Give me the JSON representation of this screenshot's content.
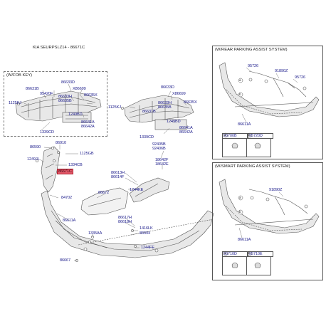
{
  "header": "KIA SEURPSLZ14 - 86671C",
  "fob_box": {
    "title": "(W/FOB KEY)"
  },
  "rear_box": {
    "title": "(W/REAR PARKING ASSIST SYSTEM)"
  },
  "smart_box": {
    "title": "(W/SMART PARKING ASSIST SYSTEM)"
  },
  "highlight": "86671C",
  "fob_labels": {
    "a86633d": "86633D",
    "a86631b": "86631B",
    "a95420f": "95420F",
    "ax86699": "X86699",
    "a86633h": "86633H",
    "a86635b": "86635B",
    "a86635x": "86635X",
    "a1125kj": "1125KJ",
    "a1249bd": "1249BD",
    "a86641a": "86641A",
    "a86642a": "86642A",
    "a1339cd": "1339CD"
  },
  "main_labels": {
    "b86633d": "86633D",
    "bx86699": "X86699",
    "b1125kj": "1125KJ",
    "b86631b": "86631B",
    "b86633h": "86633H",
    "b86635b": "86635B",
    "b86635x": "86635X",
    "b1249bd": "1249BD",
    "b86641a": "86641A",
    "b86642a": "86642A",
    "b1339cd": "1339CD",
    "b92405b": "92405B",
    "b92406b": "92406B",
    "b18642f": "18642F",
    "b18642e": "18642E",
    "b86590": "86590",
    "b86910": "86910",
    "b1125gb": "1125GB",
    "b1249jl": "1249JL",
    "b1334cb": "1334CB",
    "b84702": "84702",
    "b86613h": "86613H",
    "b86614f": "86614F",
    "b86672": "86672",
    "b1244ke": "1244KE",
    "b86611a": "86611A",
    "b86617h": "86617H",
    "b86618h": "86618H",
    "b1416lk": "1416LK",
    "b1335aa": "1335AA",
    "b86594": "86594",
    "b1244fe": "1244FE",
    "b86667": "86667"
  },
  "rear_labels": {
    "c95726a": "95726",
    "c91890z": "91890Z",
    "c95726b": "95726",
    "c86611a": "86611A",
    "code1": "95700B",
    "code2": "95720D"
  },
  "smart_labels": {
    "d91890z": "91890Z",
    "d86611a": "86611A",
    "code1": "95710D",
    "code2": "95710E"
  },
  "callouts": {
    "a": "a",
    "b": "b"
  },
  "colors": {
    "label": "#1a1a8a",
    "highlight": "#e35a6a",
    "line": "#555555",
    "fill": "#e8e8e8"
  }
}
